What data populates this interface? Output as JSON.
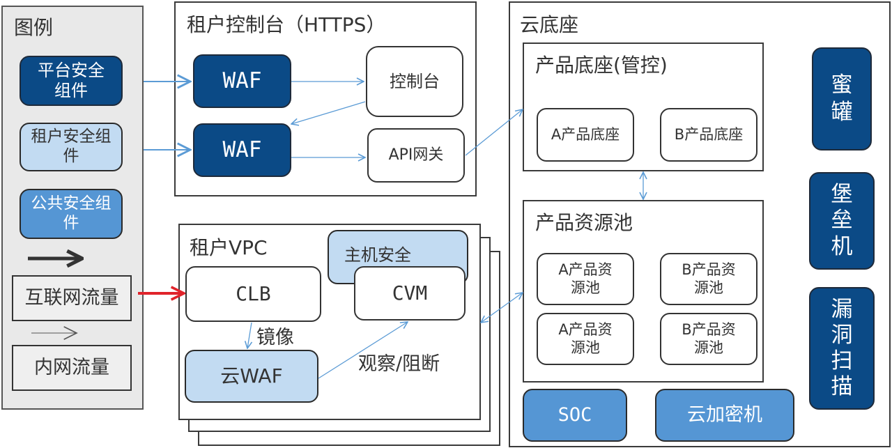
{
  "legend": {
    "title": "图例",
    "platform": "平台安全组件",
    "tenant": "租户安全组件",
    "public": "公共安全组件",
    "internet": "互联网流量",
    "intranet": "内网流量"
  },
  "console": {
    "title": "租户控制台（HTTPS）",
    "waf1": "WAF",
    "waf2": "WAF",
    "console_node": "控制台",
    "api_gateway": "API网关"
  },
  "vpc": {
    "title": "租户VPC",
    "host_security": "主机安全",
    "clb": "CLB",
    "cvm": "CVM",
    "mirror": "镜像",
    "cloud_waf": "云WAF",
    "observe": "观察/阻断"
  },
  "cloud_base": {
    "title": "云底座",
    "product_base": {
      "title": "产品底座(管控)",
      "a": "A产品底座",
      "b": "B产品底座"
    },
    "resource_pool": {
      "title": "产品资源池",
      "a1": "A产品资源池",
      "b1": "B产品资源池",
      "a2": "A产品资源池",
      "b2": "B产品资源池"
    },
    "soc": "SOC",
    "hsm": "云加密机",
    "honeypot": "蜜罐",
    "bastion": "堡垒机",
    "scanner": "漏洞扫描"
  },
  "colors": {
    "platform": "#0b4a86",
    "tenant": "#c2dbf2",
    "public": "#5596d4",
    "arrow_blue": "#5b9bd5",
    "arrow_red": "#e0242b"
  }
}
